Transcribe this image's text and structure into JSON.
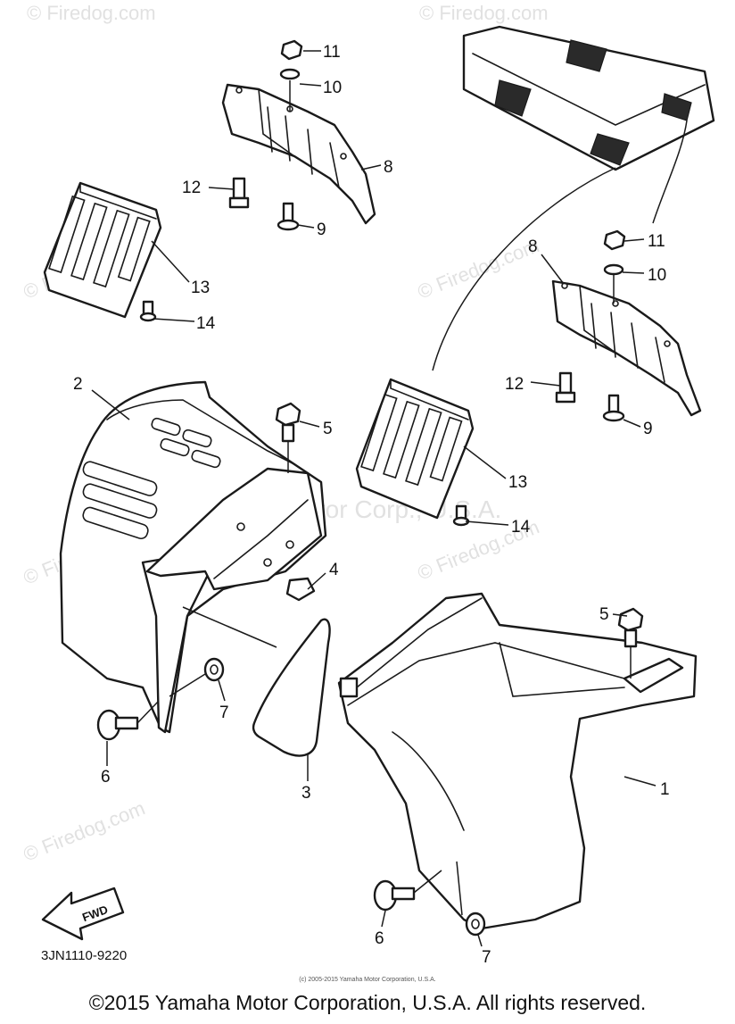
{
  "watermarks": {
    "site": "© Firedog.com",
    "overlay": "Yamaha Motor Corp., U.S.A."
  },
  "callouts": {
    "c1": "1",
    "c2": "2",
    "c3": "3",
    "c4": "4",
    "c5a": "5",
    "c5b": "5",
    "c6a": "6",
    "c6b": "6",
    "c7a": "7",
    "c7b": "7",
    "c8a": "8",
    "c8b": "8",
    "c9a": "9",
    "c9b": "9",
    "c10a": "10",
    "c10b": "10",
    "c11a": "11",
    "c11b": "11",
    "c12a": "12",
    "c12b": "12",
    "c13a": "13",
    "c13b": "13",
    "c14a": "14",
    "c14b": "14"
  },
  "fwd_label": "FWD",
  "diagram_code": "3JN1110-9220",
  "footer": {
    "small": "(c) 2005-2015 Yamaha Motor Corporation, U.S.A.",
    "main": "©2015 Yamaha Motor Corporation, U.S.A. All rights reserved."
  }
}
